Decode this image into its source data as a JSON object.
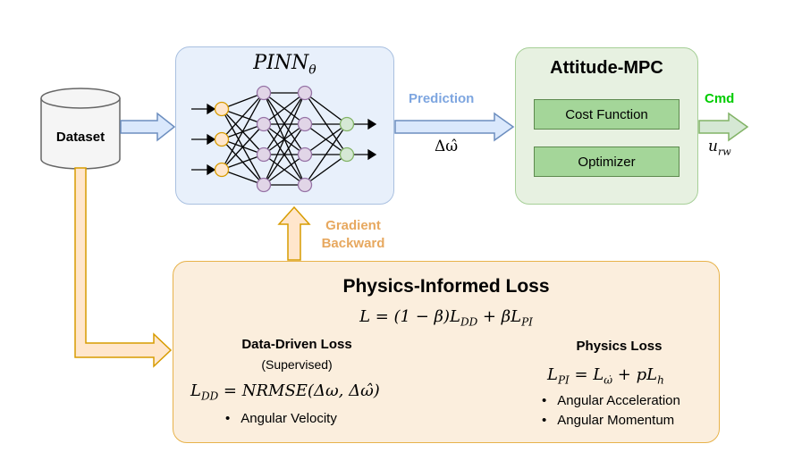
{
  "dataset": {
    "label": "Dataset"
  },
  "pinn": {
    "title": "PINN",
    "title_sub": "θ"
  },
  "prediction": {
    "label": "Prediction",
    "symbol": "Δω̂"
  },
  "mpc": {
    "title": "Attitude-MPC",
    "cost_function": "Cost Function",
    "optimizer": "Optimizer"
  },
  "cmd": {
    "label": "Cmd",
    "symbol": "u",
    "symbol_sub": "rw"
  },
  "gradient": {
    "line1": "Gradient",
    "line2": "Backward"
  },
  "loss": {
    "title": "Physics-Informed Loss",
    "equation": "L = (1 − β)L",
    "equation_sub1": "DD",
    "equation_mid": " + βL",
    "equation_sub2": "PI",
    "data_driven": {
      "title": "Data-Driven Loss",
      "subtitle": "(Supervised)",
      "equation_lhs": "L",
      "equation_lhs_sub": "DD",
      "equation_rhs": " = NRMSE(Δω, Δω̂)",
      "bullets": [
        "Angular Velocity"
      ]
    },
    "physics": {
      "title": "Physics Loss",
      "equation_lhs": "L",
      "equation_lhs_sub": "PI",
      "equation_mid": " = L",
      "equation_mid_sub": "ω̇",
      "equation_end": " + pL",
      "equation_end_sub": "h",
      "bullets": [
        "Angular Acceleration",
        "Angular Momentum"
      ]
    }
  },
  "colors": {
    "blue_arrow": "#dae8fc",
    "blue_stroke": "#6c8ebf",
    "orange_arrow": "#ffe6cc",
    "orange_stroke": "#d79b00",
    "green_arrow": "#d5e8d4",
    "green_stroke": "#82b366",
    "prediction_text": "#7ea6e0",
    "cmd_text": "#00cc00",
    "gradient_text": "#e7a85f"
  }
}
